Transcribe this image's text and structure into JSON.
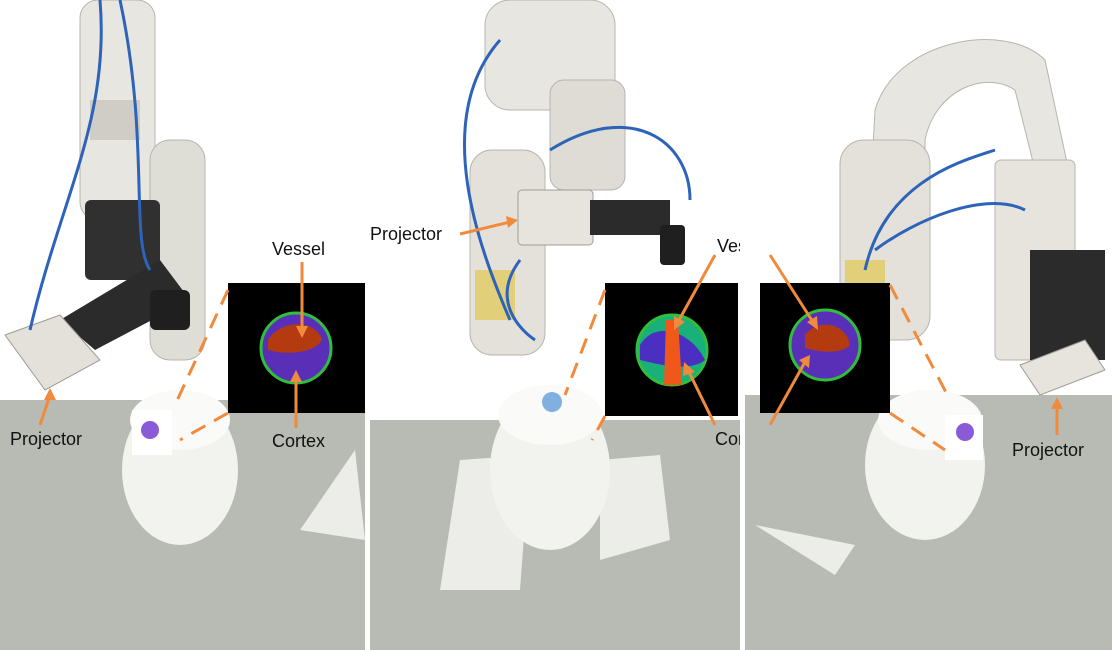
{
  "panels": [
    {
      "labels": {
        "projector": "Projector",
        "vessel": "Vessel",
        "cortex": "Cortex"
      }
    },
    {
      "labels": {
        "projector": "Projector",
        "vessel": "Vessel",
        "cortex": "Cortex"
      }
    },
    {
      "labels": {
        "projector": "Projector"
      }
    }
  ],
  "colors": {
    "annotation_orange": "#f08a3c",
    "robot_white": "#e9e7e1",
    "cable_blue": "#2d63b8",
    "table_gray": "#b9bcb5",
    "cortex_purple": "#5a2fb8",
    "vessel_red": "#b43a10",
    "overlay_ring_green": "#2fbf3a"
  }
}
